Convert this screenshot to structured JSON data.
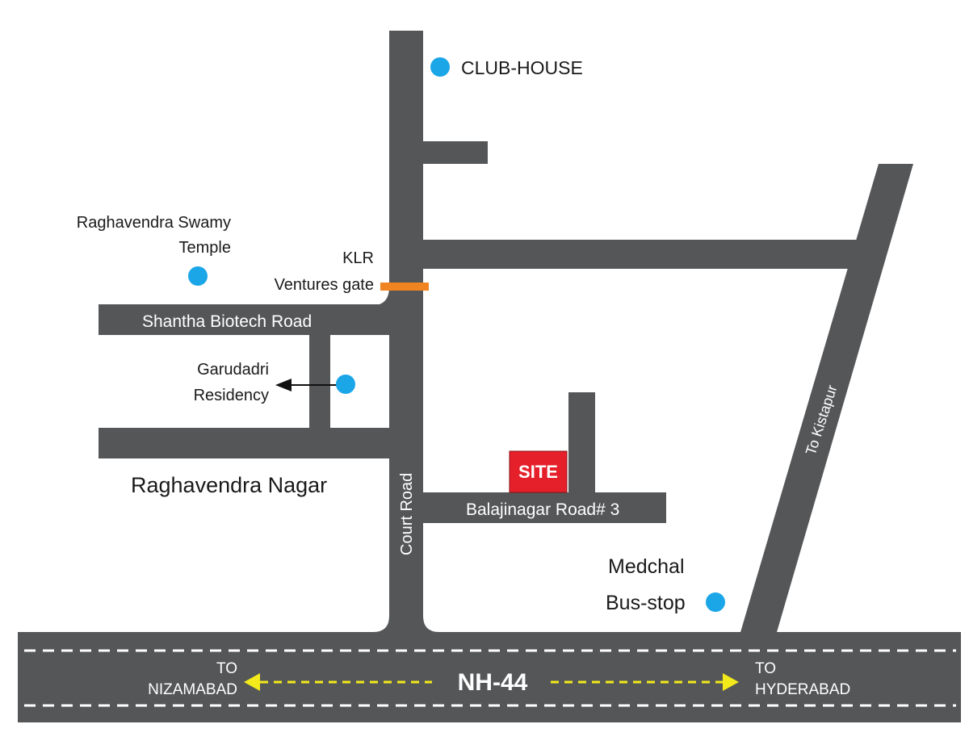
{
  "map": {
    "colors": {
      "road": "#555658",
      "poi": "#1ba6e8",
      "site": "#e5202a",
      "gate": "#f08421",
      "direction_arrow": "#f2ea1a",
      "lane_marking": "#ffffff",
      "background": "#ffffff"
    },
    "site_marker": {
      "label": "SITE"
    },
    "landmarks": [
      {
        "name": "CLUB-HOUSE",
        "icon": "poi-dot-icon"
      },
      {
        "name_line1": "Raghavendra Swamy",
        "name_line2": "Temple",
        "icon": "poi-dot-icon"
      },
      {
        "name_line1": "KLR",
        "name_line2": "Ventures gate",
        "icon": "gate-bar-icon"
      },
      {
        "name_line1": "Garudadri",
        "name_line2": "Residency",
        "icon": "poi-dot-icon",
        "pointer": "arrow-left-icon"
      },
      {
        "name_line1": "Medchal",
        "name_line2": "Bus-stop",
        "icon": "poi-dot-icon"
      }
    ],
    "areas": [
      {
        "name": "Raghavendra Nagar"
      }
    ],
    "roads": {
      "shantha_biotech": "Shantha Biotech Road",
      "court": "Court Road",
      "balajinagar": "Balajinagar Road# 3",
      "kistapur": "To Kistapur"
    },
    "highway": {
      "name": "NH-44",
      "left_direction_line1": "TO",
      "left_direction_line2": "NIZAMABAD",
      "right_direction_line1": "TO",
      "right_direction_line2": "HYDERABAD"
    }
  }
}
